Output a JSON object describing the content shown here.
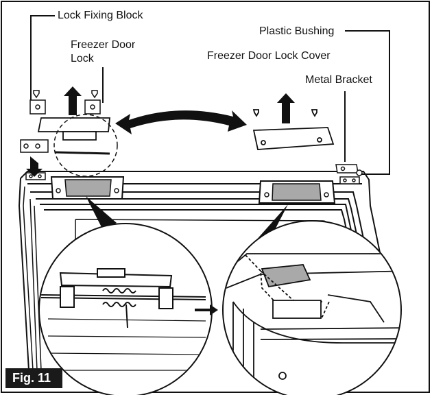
{
  "labels": {
    "lock_fixing_block": "Lock Fixing Block",
    "freezer_door_lock": "Freezer Door Lock",
    "plastic_bushing": "Plastic Bushing",
    "freezer_door_lock_cover": "Freezer Door Lock Cover",
    "metal_bracket": "Metal Bracket"
  },
  "figure": {
    "badge": "Fig. 11"
  },
  "colors": {
    "line": "#111111",
    "part_fill": "#ffffff",
    "lock_plate": "#a9a9a9",
    "badge_bg": "#1a1a1a"
  }
}
